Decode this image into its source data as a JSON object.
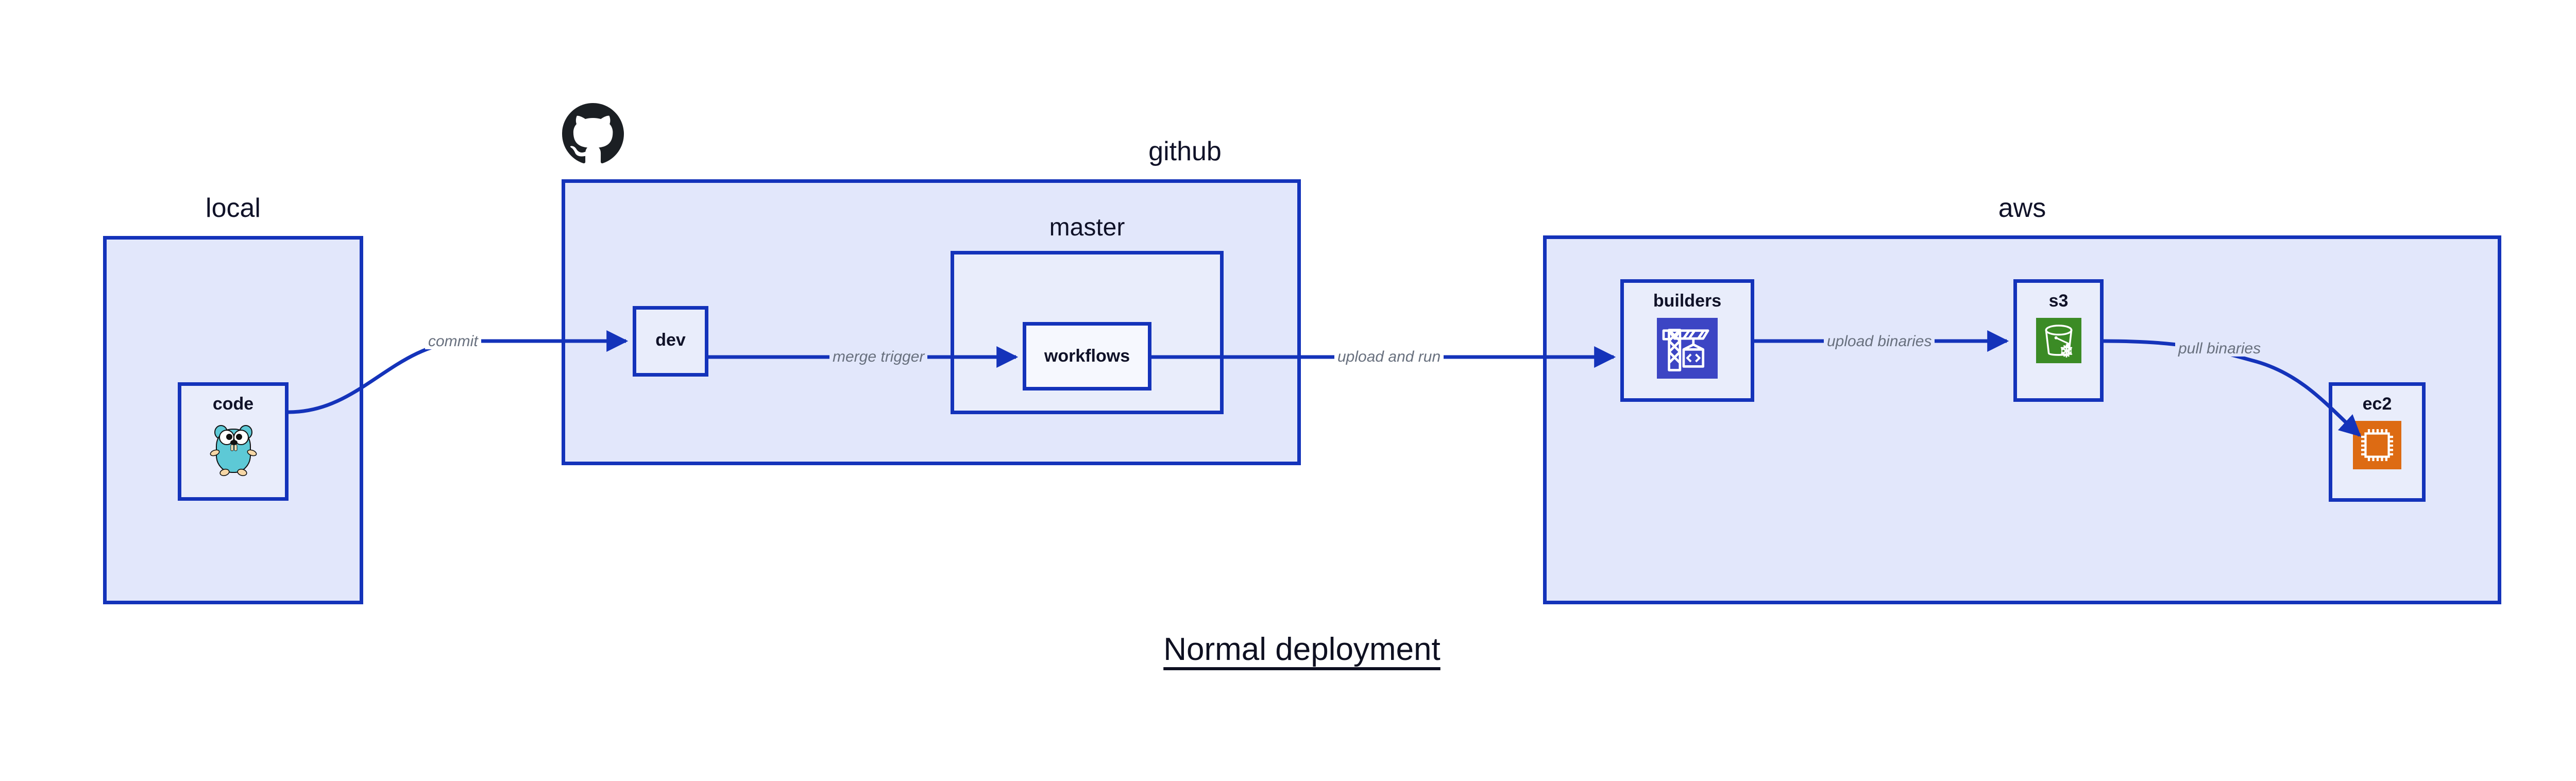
{
  "diagram": {
    "title": "Normal deployment",
    "groups": [
      {
        "id": "local",
        "label": "local"
      },
      {
        "id": "github",
        "label": "github"
      },
      {
        "id": "master",
        "label": "master"
      },
      {
        "id": "aws",
        "label": "aws"
      }
    ],
    "nodes": [
      {
        "id": "code",
        "label": "code",
        "icon": "go-gopher-icon",
        "group": "local"
      },
      {
        "id": "dev",
        "label": "dev",
        "icon": "none",
        "group": "github"
      },
      {
        "id": "workflows",
        "label": "workflows",
        "icon": "none",
        "group": "master"
      },
      {
        "id": "builders",
        "label": "builders",
        "icon": "aws-codebuild-icon",
        "group": "aws"
      },
      {
        "id": "s3",
        "label": "s3",
        "icon": "aws-s3-glacier-icon",
        "group": "aws"
      },
      {
        "id": "ec2",
        "label": "ec2",
        "icon": "aws-ec2-icon",
        "group": "aws"
      }
    ],
    "edges": [
      {
        "id": "code-dev",
        "label": "commit",
        "from": "code",
        "to": "dev"
      },
      {
        "id": "dev-workflows",
        "label": "merge trigger",
        "from": "dev",
        "to": "workflows"
      },
      {
        "id": "workflows-build",
        "label": "upload and run",
        "from": "workflows",
        "to": "builders"
      },
      {
        "id": "build-s3",
        "label": "upload binaries",
        "from": "builders",
        "to": "s3"
      },
      {
        "id": "s3-ec2",
        "label": "pull binaries",
        "from": "s3",
        "to": "ec2"
      }
    ],
    "logos": [
      {
        "id": "github-logo",
        "name": "github-octocat-logo"
      }
    ],
    "colors": {
      "edge": "#1433ba",
      "group_border": "#1433ba",
      "group_fill": "#e2e7fb",
      "node_fill": "#e9edfb",
      "node_border": "#1433ba",
      "label_text": "#101228",
      "edge_label_text": "#68707e",
      "title_text": "#0e1021",
      "codebuild_badge": "#3c45c4",
      "s3_badge": "#3b8b25",
      "ec2_badge": "#dd6b13",
      "gopher_body": "#5dc9d6",
      "github_logo": "#1b1f23"
    }
  }
}
